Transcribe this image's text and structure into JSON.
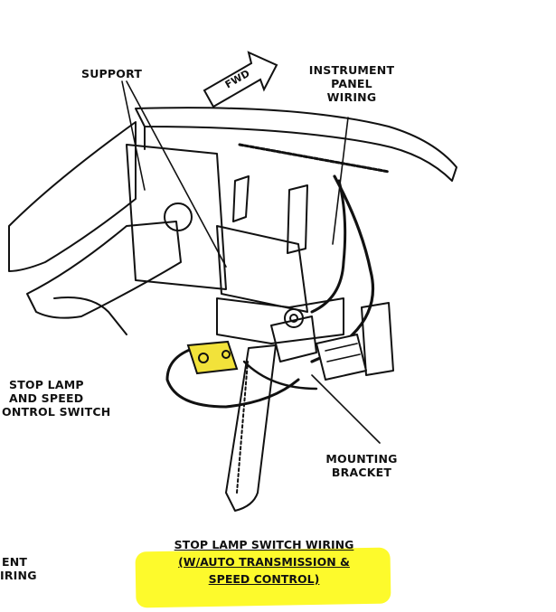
{
  "labels": {
    "support": "SUPPORT",
    "instrument_panel_wiring": [
      "INSTRUMENT",
      "PANEL",
      "WIRING"
    ],
    "fwd": "FWD",
    "stop_lamp_switch": [
      "STOP LAMP",
      "AND SPEED",
      "ONTROL SWITCH"
    ],
    "mounting_bracket": [
      "MOUNTING",
      "BRACKET"
    ],
    "left_cut_wiring": [
      "ENT",
      "IRING"
    ]
  },
  "caption": {
    "line1": "STOP LAMP SWITCH WIRING",
    "line2": "(W/AUTO TRANSMISSION &",
    "line3": "SPEED CONTROL)"
  },
  "colors": {
    "ink": "#111111",
    "highlight": "#fdfa2c",
    "switch_fill": "#f2e23a"
  }
}
